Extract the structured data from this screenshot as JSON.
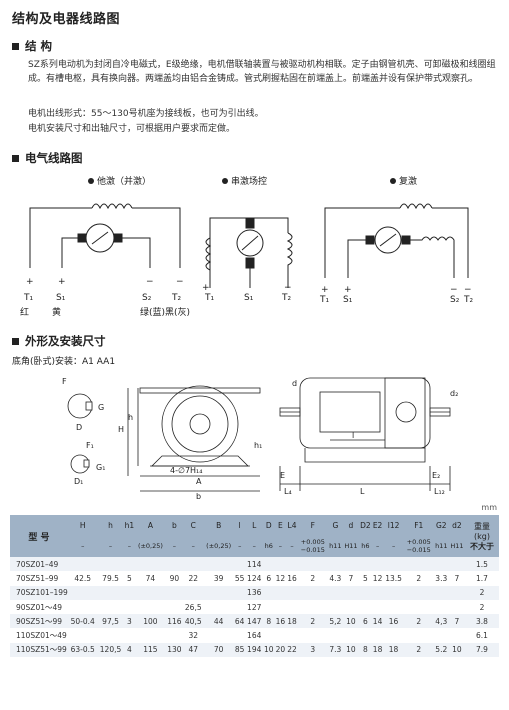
{
  "page": {
    "title": "结构及电器线路图"
  },
  "structure": {
    "heading": "结 构",
    "paragraph1": "SZ系列电动机为封闭自冷电磁式，E级绝缘，电机借联轴装置与被驱动机构相联。定子由钢管机壳、可卸磁极和线圈组成。有槽电枢，具有换向器。两端盖均由铝合金铸成。管式刷握粘固在前端盖上。前端盖并设有保护带式观察孔。",
    "paragraph2": "电机出线形式：55～130号机座为接线板，也可为引出线。",
    "paragraph3": "电机安装尺寸和出轴尺寸，可根据用户要求而定做。"
  },
  "wiring": {
    "heading": "电气线路图",
    "diagrams": [
      {
        "title": "他激（并激）",
        "terminals": [
          "T1",
          "S1",
          "S2",
          "T2"
        ],
        "polarity": [
          "+",
          "+",
          "−",
          "−"
        ],
        "colors": [
          "红",
          "黄",
          "绿(蓝)黑(灰)"
        ]
      },
      {
        "title": "串激场控",
        "terminals": [
          "T1",
          "S1",
          "T2"
        ],
        "polarity": [
          "+",
          "−"
        ]
      },
      {
        "title": "复激",
        "terminals": [
          "T1",
          "S1",
          "S2",
          "T2"
        ],
        "polarity": [
          "+",
          "+",
          "−",
          "−"
        ]
      }
    ]
  },
  "dimensions": {
    "heading": "外形及安装尺寸",
    "mount_type": "底角(卧式)安装：A1 AA1",
    "unit": "mm",
    "drawing_labels": {
      "side_left": [
        "F",
        "G",
        "D",
        "F1",
        "G1",
        "D1"
      ],
      "end_view": [
        "H",
        "h",
        "h1",
        "4-∅7H14",
        "A",
        "b"
      ],
      "side_view": [
        "d",
        "d2",
        "E",
        "L4",
        "l",
        "L",
        "E2",
        "L12"
      ]
    }
  },
  "table": {
    "model_header": "型 号",
    "columns": [
      "H",
      "h",
      "h1",
      "A",
      "b",
      "C",
      "B",
      "l",
      "L",
      "D",
      "E",
      "L4",
      "F",
      "G",
      "d",
      "D2",
      "E2",
      "l12",
      "F1",
      "G2",
      "d2"
    ],
    "weight_header": [
      "重量",
      "(kg)",
      "不大于"
    ],
    "tolerances": [
      "–",
      "–",
      "–",
      "(±0,25)",
      "–",
      "–",
      "(±0,25)",
      "–",
      "–",
      "h6",
      "–",
      "–",
      "+0.005 −0.015",
      "h11",
      "H11",
      "h6",
      "–",
      "–",
      "+0.005 −0.015",
      "h11",
      "H11"
    ],
    "rows": [
      {
        "model": "70SZ01–49",
        "cells": [
          "",
          "",
          "",
          "",
          "",
          "",
          "",
          "",
          "114",
          "",
          "",
          "",
          "",
          "",
          "",
          "",
          "",
          "",
          "",
          "",
          "",
          ""
        ],
        "weight": "1.5"
      },
      {
        "model": "70SZ51–99",
        "cells": [
          "42.5",
          "79.5",
          "5",
          "74",
          "90",
          "22",
          "39",
          "55",
          "124",
          "6",
          "12",
          "16",
          "2",
          "4.3",
          "7",
          "5",
          "12",
          "13.5",
          "2",
          "3.3",
          "7"
        ],
        "weight": "1.7"
      },
      {
        "model": "70SZ101–199",
        "cells": [
          "",
          "",
          "",
          "",
          "",
          "",
          "",
          "",
          "136",
          "",
          "",
          "",
          "",
          "",
          "",
          "",
          "",
          "",
          "",
          "",
          ""
        ],
        "weight": "2"
      },
      {
        "model": "90SZ01～49",
        "cells": [
          "",
          "",
          "",
          "",
          "",
          "26,5",
          "",
          "",
          "127",
          "",
          "",
          "",
          "",
          "",
          "",
          "",
          "",
          "",
          "",
          "",
          ""
        ],
        "weight": "2"
      },
      {
        "model": "90SZ51～99",
        "cells": [
          "50-0.4",
          "97,5",
          "3",
          "100",
          "116",
          "40,5",
          "44",
          "64",
          "147",
          "8",
          "16",
          "18",
          "2",
          "5,2",
          "10",
          "6",
          "14",
          "16",
          "2",
          "4,3",
          "7"
        ],
        "weight": "3.8"
      },
      {
        "model": "110SZ01～49",
        "cells": [
          "",
          "",
          "",
          "",
          "",
          "32",
          "",
          "",
          "164",
          "",
          "",
          "",
          "",
          "",
          "",
          "",
          "",
          "",
          "",
          "",
          ""
        ],
        "weight": "6.1"
      },
      {
        "model": "110SZ51～99",
        "cells": [
          "63-0.5",
          "120,5",
          "4",
          "115",
          "130",
          "47",
          "70",
          "85",
          "194",
          "10",
          "20",
          "22",
          "3",
          "7.3",
          "10",
          "8",
          "18",
          "18",
          "2",
          "5.2",
          "10"
        ],
        "weight": "7.9"
      }
    ]
  }
}
